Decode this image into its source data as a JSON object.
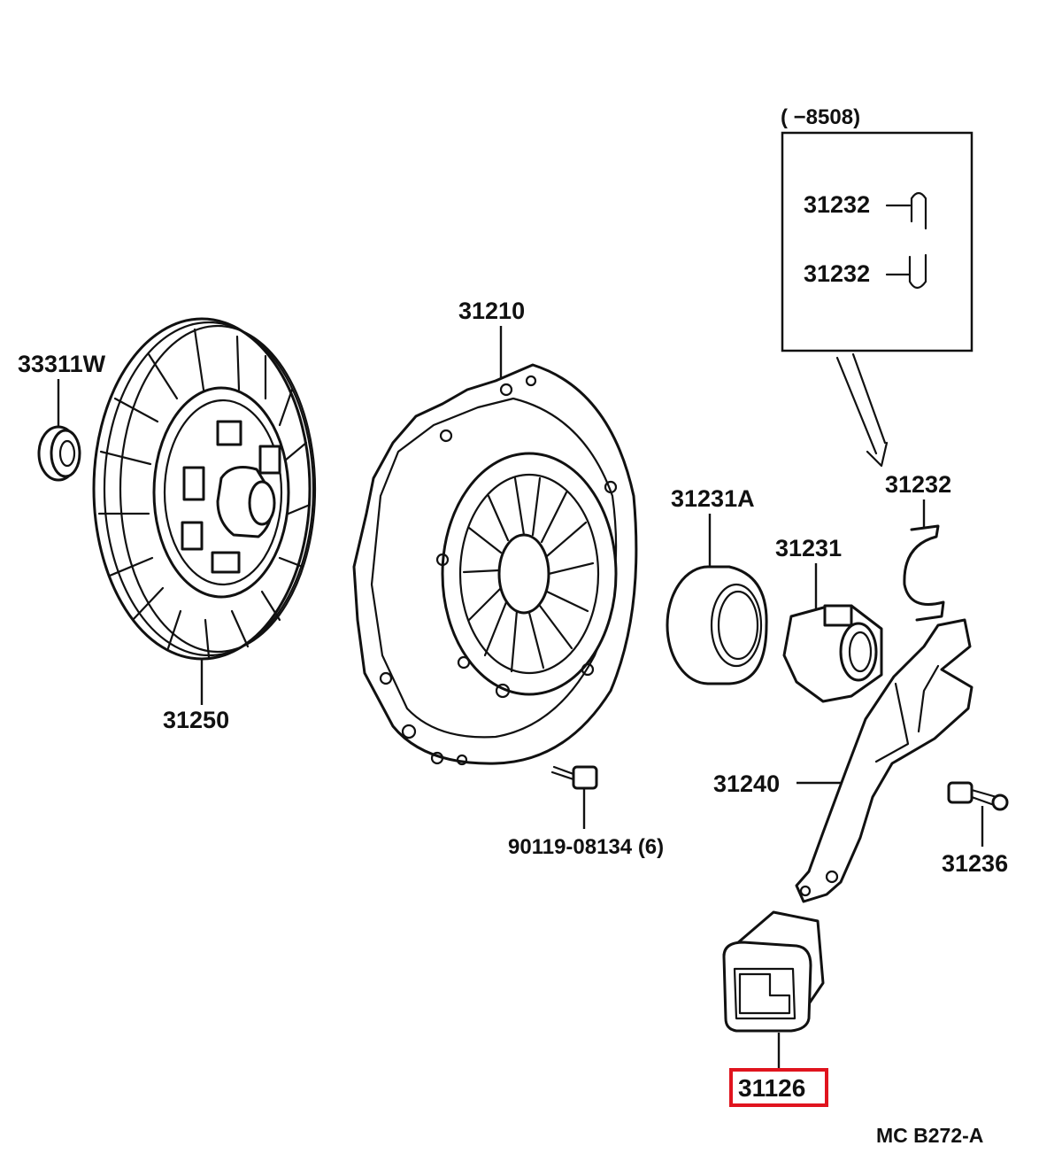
{
  "diagram": {
    "code": "MC B272-A",
    "inset": {
      "range": "(          −8508)",
      "labels": [
        "31232",
        "31232"
      ]
    },
    "parts": {
      "bearing_small": "33311W",
      "clutch_disc": "31250",
      "clutch_cover": "31210",
      "cover_bolt": "90119-08134 (6)",
      "release_bearing": "31231A",
      "bearing_hub": "31231",
      "hub_clip": "31232",
      "release_fork": "31240",
      "fork_support": "31236",
      "boot": "31126"
    },
    "highlighted_part": "31126",
    "highlight_color": "#e0141e"
  }
}
